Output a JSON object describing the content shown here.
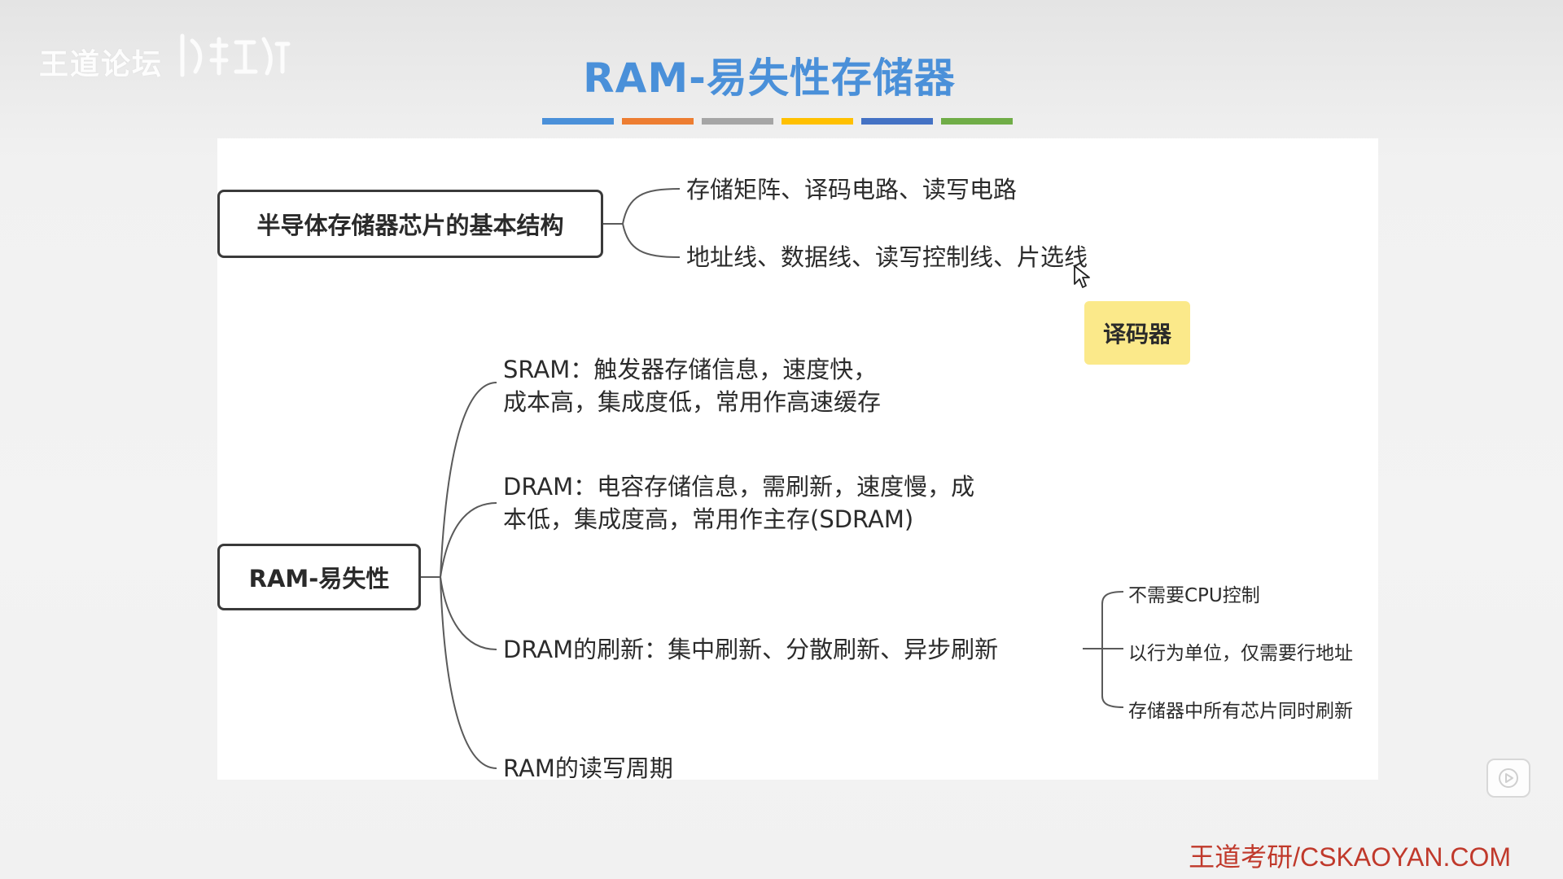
{
  "watermark": {
    "text": "王道论坛"
  },
  "slide": {
    "title": "RAM-易失性存储器",
    "colors": [
      "#4a90d9",
      "#ed7d31",
      "#a5a5a5",
      "#ffc000",
      "#4472c4",
      "#70ad47"
    ]
  },
  "mindmap": {
    "structure": {
      "label": "半导体存储器芯片的基本结构",
      "children": [
        "存储矩阵、译码电路、读写电路",
        "地址线、数据线、读写控制线、片选线"
      ]
    },
    "decoder_label": "译码器",
    "ram": {
      "label": "RAM-易失性",
      "sram_line1": "SRAM：触发器存储信息，速度快，",
      "sram_line2": "成本高，集成度低，常用作高速缓存",
      "dram_line1": "DRAM：电容存储信息，需刷新，速度慢，成",
      "dram_line2": "本低，集成度高，常用作主存(SDRAM)",
      "refresh": "DRAM的刷新：集中刷新、分散刷新、异步刷新",
      "refresh_children": [
        "不需要CPU控制",
        "以行为单位，仅需要行地址",
        "存储器中所有芯片同时刷新"
      ],
      "cycle": "RAM的读写周期"
    }
  },
  "footer": {
    "text": "王道考研/CSKAOYAN.COM"
  }
}
